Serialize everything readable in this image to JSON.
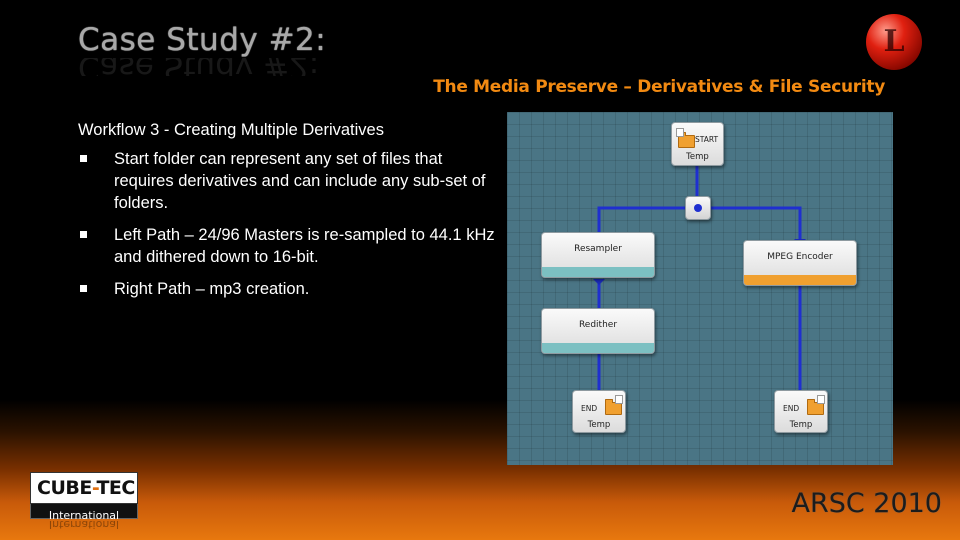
{
  "slide": {
    "title": "Case Study #2:",
    "subtitle": "The Media Preserve – Derivatives & File Security",
    "heading": "Workflow 3 - Creating Multiple Derivatives",
    "bullets": [
      "Start folder can represent any set of files that requires derivatives and can include any sub-set of folders.",
      "Left Path – 24/96 Masters is re-sampled to 44.1 kHz and dithered down to 16-bit.",
      "Right Path – mp3 creation."
    ],
    "footer_left": {
      "brand_a": "CUBE",
      "brand_dash": "-",
      "brand_b": "TEC",
      "brand_sub": "International"
    },
    "footer_right": "ARSC 2010"
  },
  "workflow": {
    "start": {
      "tag": "START",
      "label": "Temp"
    },
    "resampler": {
      "label": "Resampler"
    },
    "redither": {
      "label": "Redither"
    },
    "mpeg": {
      "label": "MPEG Encoder"
    },
    "end_left": {
      "tag": "END",
      "label": "Temp"
    },
    "end_right": {
      "tag": "END",
      "label": "Temp"
    },
    "colors": {
      "canvas": "#4a7585",
      "wire": "#1f2fd0",
      "teal_bar": "#7cc0c2",
      "orange_bar": "#f0a030"
    }
  },
  "icons": [
    "bullet-square-icon",
    "folder-icon",
    "flag-icon",
    "connector-dot-icon",
    "logo-sphere-icon"
  ]
}
